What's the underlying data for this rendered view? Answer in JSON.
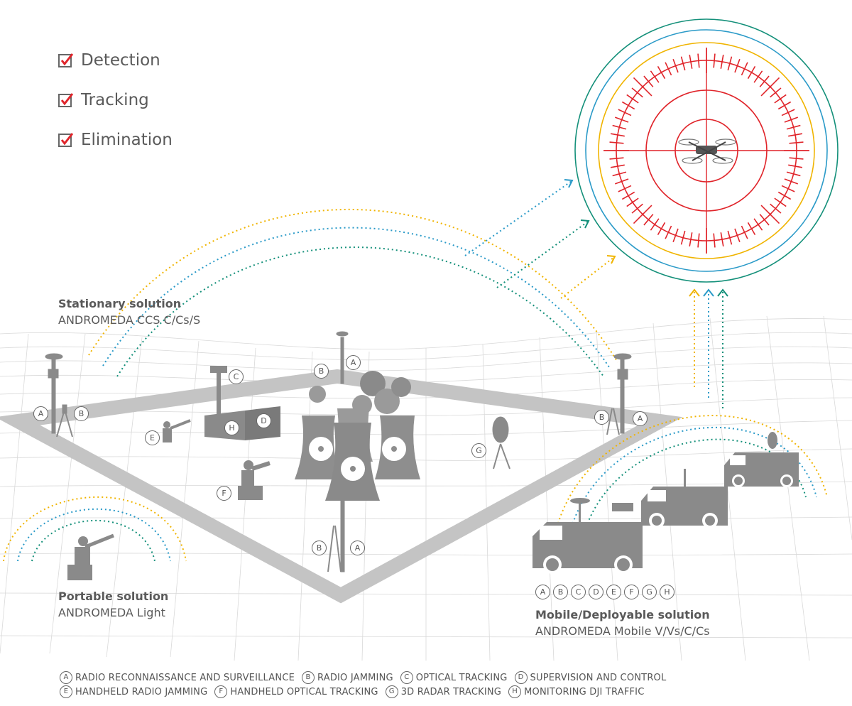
{
  "checklist": [
    "Detection",
    "Tracking",
    "Elimination"
  ],
  "stationary": {
    "title": "Stationary solution",
    "subtitle": "ANDROMEDA CCS C/Cs/S"
  },
  "portable": {
    "title": "Portable solution",
    "subtitle": "ANDROMEDA Light"
  },
  "mobile": {
    "title": "Mobile/Deployable solution",
    "subtitle": "ANDROMEDA Mobile V/Vs/C/Cs",
    "letters": [
      "A",
      "B",
      "C",
      "D",
      "E",
      "F",
      "G",
      "H"
    ]
  },
  "markers": {
    "left_tower_a": "A",
    "left_tower_b": "B",
    "camera_c": "C",
    "container_h": "H",
    "container_d": "D",
    "top_b": "B",
    "top_a": "A",
    "right_b": "B",
    "right_a": "A",
    "soldier_e": "E",
    "soldier_f": "F",
    "radar_g": "G",
    "bottom_b": "B",
    "bottom_a": "A"
  },
  "legend": {
    "row1": [
      {
        "letter": "A",
        "text": "RADIO RECONNAISSANCE AND SURVEILLANCE"
      },
      {
        "letter": "B",
        "text": "RADIO JAMMING"
      },
      {
        "letter": "C",
        "text": "OPTICAL TRACKING"
      },
      {
        "letter": "D",
        "text": "SUPERVISION AND CONTROL"
      }
    ],
    "row2": [
      {
        "letter": "E",
        "text": "HANDHELD RADIO JAMMING"
      },
      {
        "letter": "F",
        "text": "HANDHELD OPTICAL TRACKING"
      },
      {
        "letter": "G",
        "text": "3D RADAR TRACKING"
      },
      {
        "letter": "H",
        "text": "MONITORING DJI TRAFFIC"
      }
    ]
  },
  "colors": {
    "yellow": "#f0b400",
    "blue": "#2a9ac8",
    "teal": "#14907a",
    "red": "#e0242a",
    "gray": "#8a8a8a",
    "check_red": "#e0242a"
  }
}
